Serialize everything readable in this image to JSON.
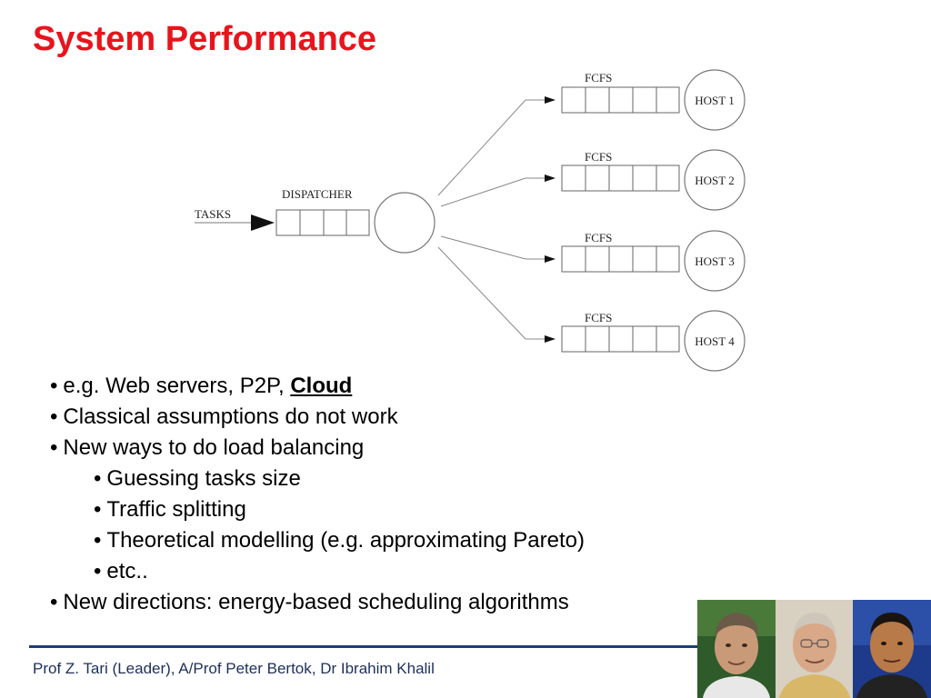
{
  "slide": {
    "title": "System Performance"
  },
  "diagram": {
    "input_label": "TASKS",
    "dispatcher_label": "DISPATCHER",
    "queue_label": "FCFS",
    "hosts": [
      "HOST 1",
      "HOST 2",
      "HOST 3",
      "HOST 4"
    ]
  },
  "bullets": {
    "items": [
      {
        "text": "e.g. Web servers, P2P, ",
        "emph": "Cloud",
        "level": 1
      },
      {
        "text": "Classical assumptions do not work",
        "level": 1
      },
      {
        "text": "New ways to do load balancing",
        "level": 1
      },
      {
        "text": "Guessing tasks size",
        "level": 2
      },
      {
        "text": "Traffic splitting",
        "level": 2
      },
      {
        "text": "Theoretical modelling (e.g. approximating Pareto)",
        "level": 2
      },
      {
        "text": "etc..",
        "level": 2
      },
      {
        "text": "New directions: energy-based scheduling algorithms",
        "level": 1
      }
    ],
    "bullet_glyph": "•"
  },
  "footer": {
    "credits": "Prof Z. Tari (Leader), A/Prof Peter Bertok, Dr Ibrahim Khalil"
  },
  "photos": [
    "portrait-1",
    "portrait-2",
    "portrait-3"
  ],
  "colors": {
    "title": "#e8141c",
    "footer_rule": "#1d3f7a",
    "footer_text": "#1d2f5a"
  }
}
